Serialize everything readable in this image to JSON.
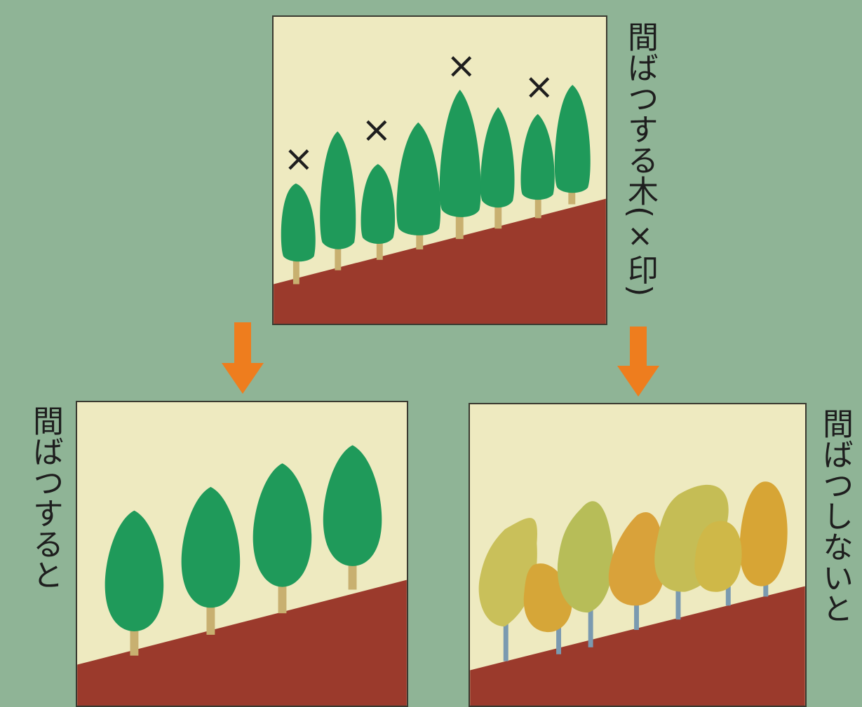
{
  "labels": {
    "top": "間ばつする木(×印)",
    "left": "間ばつすると",
    "right": "間ばつしないと"
  },
  "marks": {
    "cross": "×"
  },
  "colors": {
    "background": "#8fb496",
    "panel": "#eeeac0",
    "ground": "#9b3a2c",
    "tree_green": "#1f9a5a",
    "trunk": "#c8b070",
    "arrow": "#ee7d1e",
    "weak_trunk": "#7a9ab0"
  }
}
